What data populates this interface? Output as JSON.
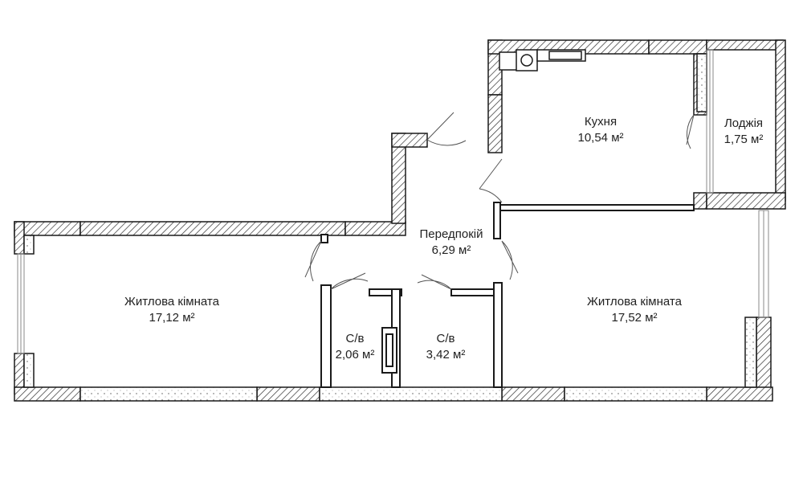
{
  "rooms": {
    "kitchen": {
      "name": "Кухня",
      "area": "10,54 м²"
    },
    "loggia": {
      "name": "Лоджія",
      "area": "1,75 м²"
    },
    "hallway": {
      "name": "Передпокій",
      "area": "6,29 м²"
    },
    "living_left": {
      "name": "Житлова кімната",
      "area": "17,12 м²"
    },
    "bath_small": {
      "name": "С/в",
      "area": "2,06 м²"
    },
    "bath_large": {
      "name": "С/в",
      "area": "3,42 м²"
    },
    "living_right": {
      "name": "Житлова кімната",
      "area": "17,52 м²"
    }
  },
  "colors": {
    "wall": "#1a1a1a",
    "hatch": "#444444",
    "window": "#999999"
  }
}
